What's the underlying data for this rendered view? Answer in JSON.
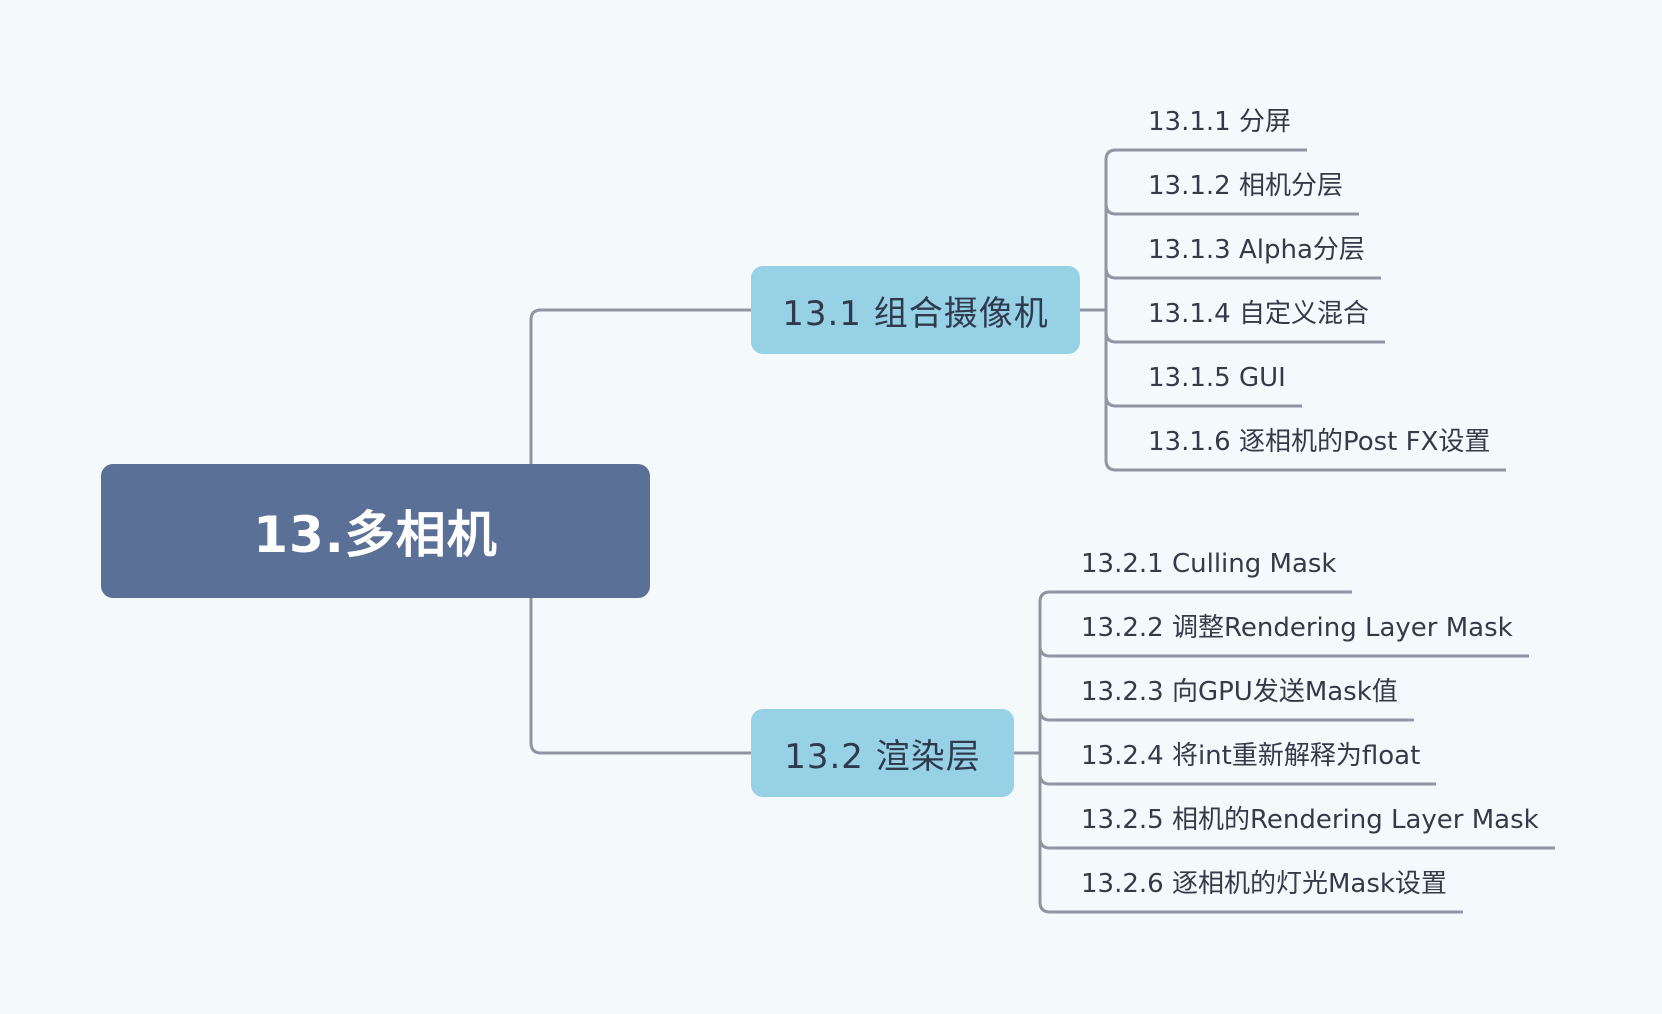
{
  "root": {
    "label": "13.多相机"
  },
  "branches": [
    {
      "label": "13.1 组合摄像机",
      "children": [
        "13.1.1 分屏",
        "13.1.2 相机分层",
        "13.1.3 Alpha分层",
        "13.1.4 自定义混合",
        "13.1.5 GUI",
        "13.1.6 逐相机的Post FX设置"
      ]
    },
    {
      "label": "13.2 渲染层",
      "children": [
        "13.2.1 Culling Mask",
        "13.2.2 调整Rendering Layer Mask",
        "13.2.3 向GPU发送Mask值",
        "13.2.4 将int重新解释为float",
        "13.2.5 相机的Rendering Layer Mask",
        "13.2.6 逐相机的灯光Mask设置"
      ]
    }
  ],
  "colors": {
    "background": "#f4f9fc",
    "root_fill": "#5b7097",
    "branch_fill": "#97d1e6",
    "connector": "#8e96a4"
  }
}
